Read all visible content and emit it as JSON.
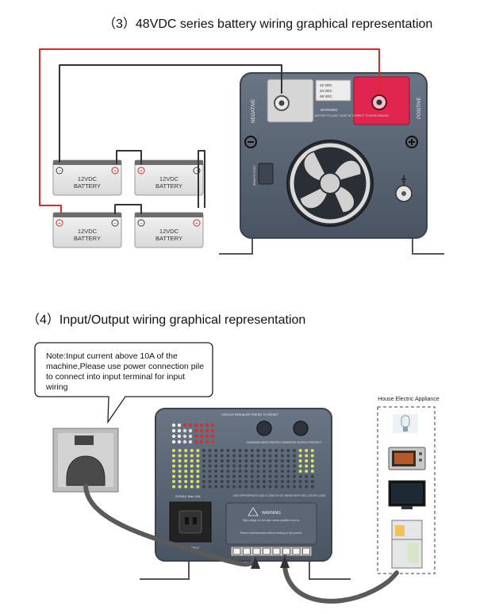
{
  "section3": {
    "title": "（3）48VDC series battery wiring graphical representation",
    "battery_label_line1": "12VDC",
    "battery_label_line2": "BATTERY",
    "inverter": {
      "negative_label": "NEGATIVE",
      "positive_label": "POSITIVE",
      "voltage_options": [
        "12 VDC",
        "24 VDC",
        "48 VDC"
      ],
      "warning_title": "WARNING",
      "warning_text": "BATTERY POLARITY MUST BE CORRECT TO AVOID DAMAGE",
      "remote_port_label": "REMOTE PORT"
    },
    "colors": {
      "positive_wire": "#e0262b",
      "negative_wire": "#333333",
      "inverter_body": "#5b6675"
    }
  },
  "section4": {
    "title": "（4）Input/Output wiring graphical representation",
    "note": "Note:Input current above 10A of the machine,Please use power connection pile to connect into input terminal for input wiring",
    "panel": {
      "breaker_label": "CIRCUIT BREAKER PRESS TO RESET",
      "charger_label": "CHARGER INPUT PROTECT",
      "inverter_label": "INVERTER OUTPUT PROTECT",
      "socket_rating": "220VAC Max 10A",
      "ac_output_label": "AC OUTPUT",
      "gauge_text": "USE APPROPRIATE SIZE & LENGTH OF WIRES WITH PAC COLOR CODE",
      "warning_title": "WARNING",
      "warning_line1": "High voltage, do not open unless qualified to do so.",
      "warning_line2": "Please read instructions before working on this product."
    },
    "appliance_title": "House Electric Appliance",
    "appliances": [
      "light-bulb-icon",
      "oven-icon",
      "television-icon",
      "refrigerator-icon"
    ]
  }
}
